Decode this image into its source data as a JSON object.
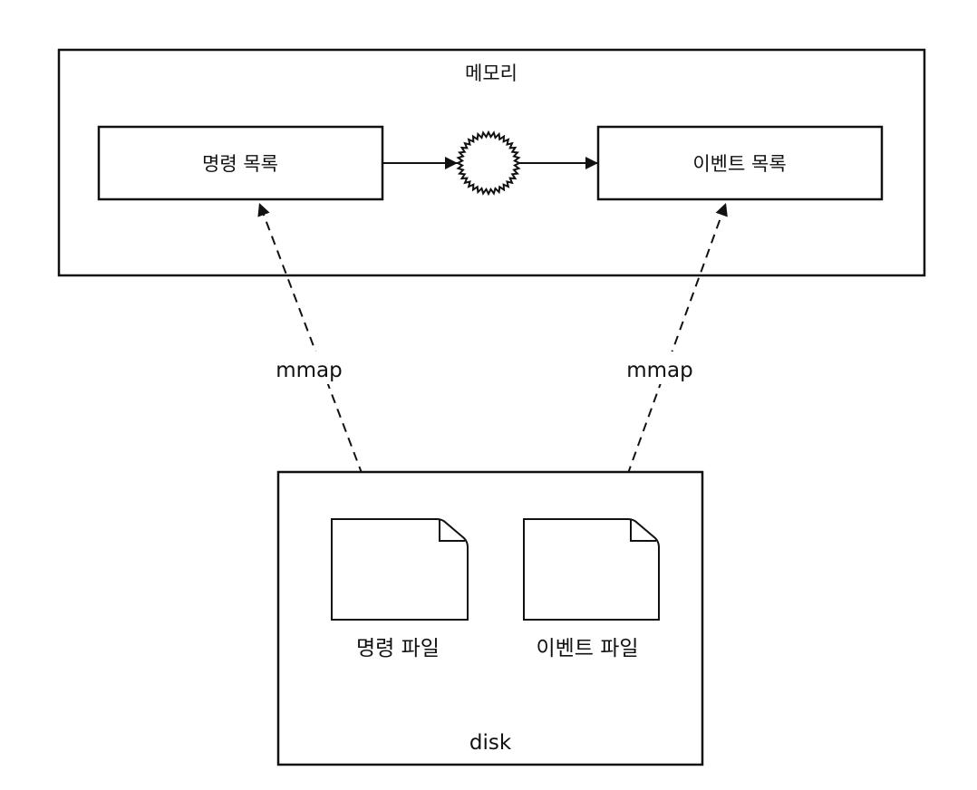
{
  "diagram": {
    "memory_container": {
      "label": "메모리"
    },
    "disk_container": {
      "label": "disk"
    },
    "nodes": {
      "command_list": {
        "label": "명령 목록"
      },
      "event_list": {
        "label": "이벤트 목록"
      },
      "processor": {
        "label": "",
        "shape": "burst-circle"
      },
      "command_file": {
        "label": "명령 파일",
        "shape": "file-icon"
      },
      "event_file": {
        "label": "이벤트 파일",
        "shape": "file-icon"
      }
    },
    "edges": [
      {
        "from": "command_list",
        "to": "processor",
        "style": "solid",
        "label": ""
      },
      {
        "from": "processor",
        "to": "event_list",
        "style": "solid",
        "label": ""
      },
      {
        "from": "command_file",
        "to": "command_list",
        "style": "dashed",
        "label": "mmap"
      },
      {
        "from": "event_file",
        "to": "event_list",
        "style": "dashed",
        "label": "mmap"
      }
    ],
    "stroke_color": "#111111",
    "background_color": "#ffffff"
  }
}
